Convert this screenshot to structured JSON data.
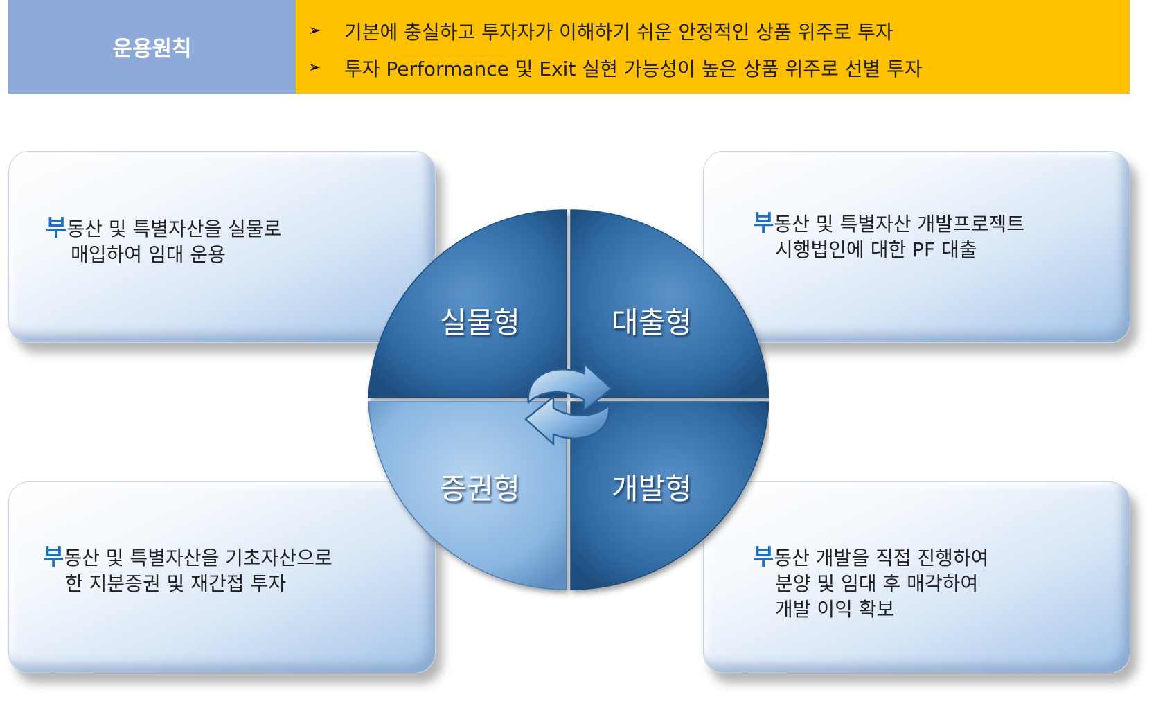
{
  "header": {
    "label": "운용원칙",
    "bullets": [
      "기본에 충실하고 투자자가 이해하기 쉬운 안정적인 상품 위주로 투자",
      "투자 Performance 및 Exit 실현 가능성이 높은 상품 위주로 선별 투자"
    ],
    "colors": {
      "label_bg": "#8eaadb",
      "box_bg": "#ffc000"
    }
  },
  "quadrants": [
    {
      "label": "실물형"
    },
    {
      "label": "대출형"
    },
    {
      "label": "증권형"
    },
    {
      "label": "개발형"
    }
  ],
  "cards": {
    "top_left": {
      "lead": "부",
      "line1": "동산 및 특별자산을 실물로",
      "line2": "매입하여 임대 운용"
    },
    "top_right": {
      "lead": "부",
      "line1": "동산 및 특별자산 개발프로젝트",
      "line2": "시행법인에 대한 PF 대출"
    },
    "bottom_left": {
      "lead": "부",
      "line1": "동산 및 특별자산을 기초자산으로",
      "line2": "한 지분증권 및 재간접 투자"
    },
    "bottom_right": {
      "lead": "부",
      "line1": "동산 개발을 직접 진행하여",
      "line2": "분양 및 임대 후 매각하여",
      "line3": "개발 이익 확보"
    }
  },
  "icons": {
    "bullet": "arrowhead-icon",
    "center": "cycle-arrows-icon"
  },
  "colors": {
    "accent": "#1f6fc0",
    "circle_dark": "#2f6aa3",
    "circle_light": "#9cc2e5"
  }
}
